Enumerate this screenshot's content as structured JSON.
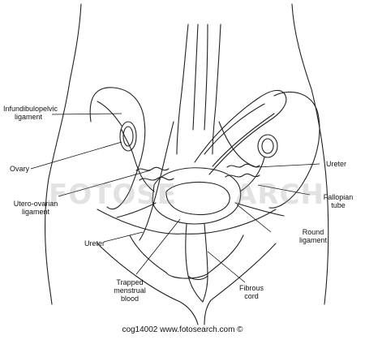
{
  "labels": {
    "infundibulopelvic_line1": "Infundibulopelvic",
    "infundibulopelvic_line2": "ligament",
    "ovary": "Ovary",
    "uteroovarian_line1": "Utero-ovarian",
    "uteroovarian_line2": "ligament",
    "ureter_left": "Ureter",
    "trapped_line1": "Trapped",
    "trapped_line2": "menstrual",
    "trapped_line3": "blood",
    "fibrous_line1": "Fibrous",
    "fibrous_line2": "cord",
    "round_line1": "Round",
    "round_line2": "ligament",
    "fallopian_line1": "Fallopian",
    "fallopian_line2": "tube",
    "ureter_right": "Ureter"
  },
  "watermark": {
    "left": "FOTOSE",
    "right": "ARCH"
  },
  "footer": {
    "caption": "cog14002  www.fotosearch.com ©"
  }
}
